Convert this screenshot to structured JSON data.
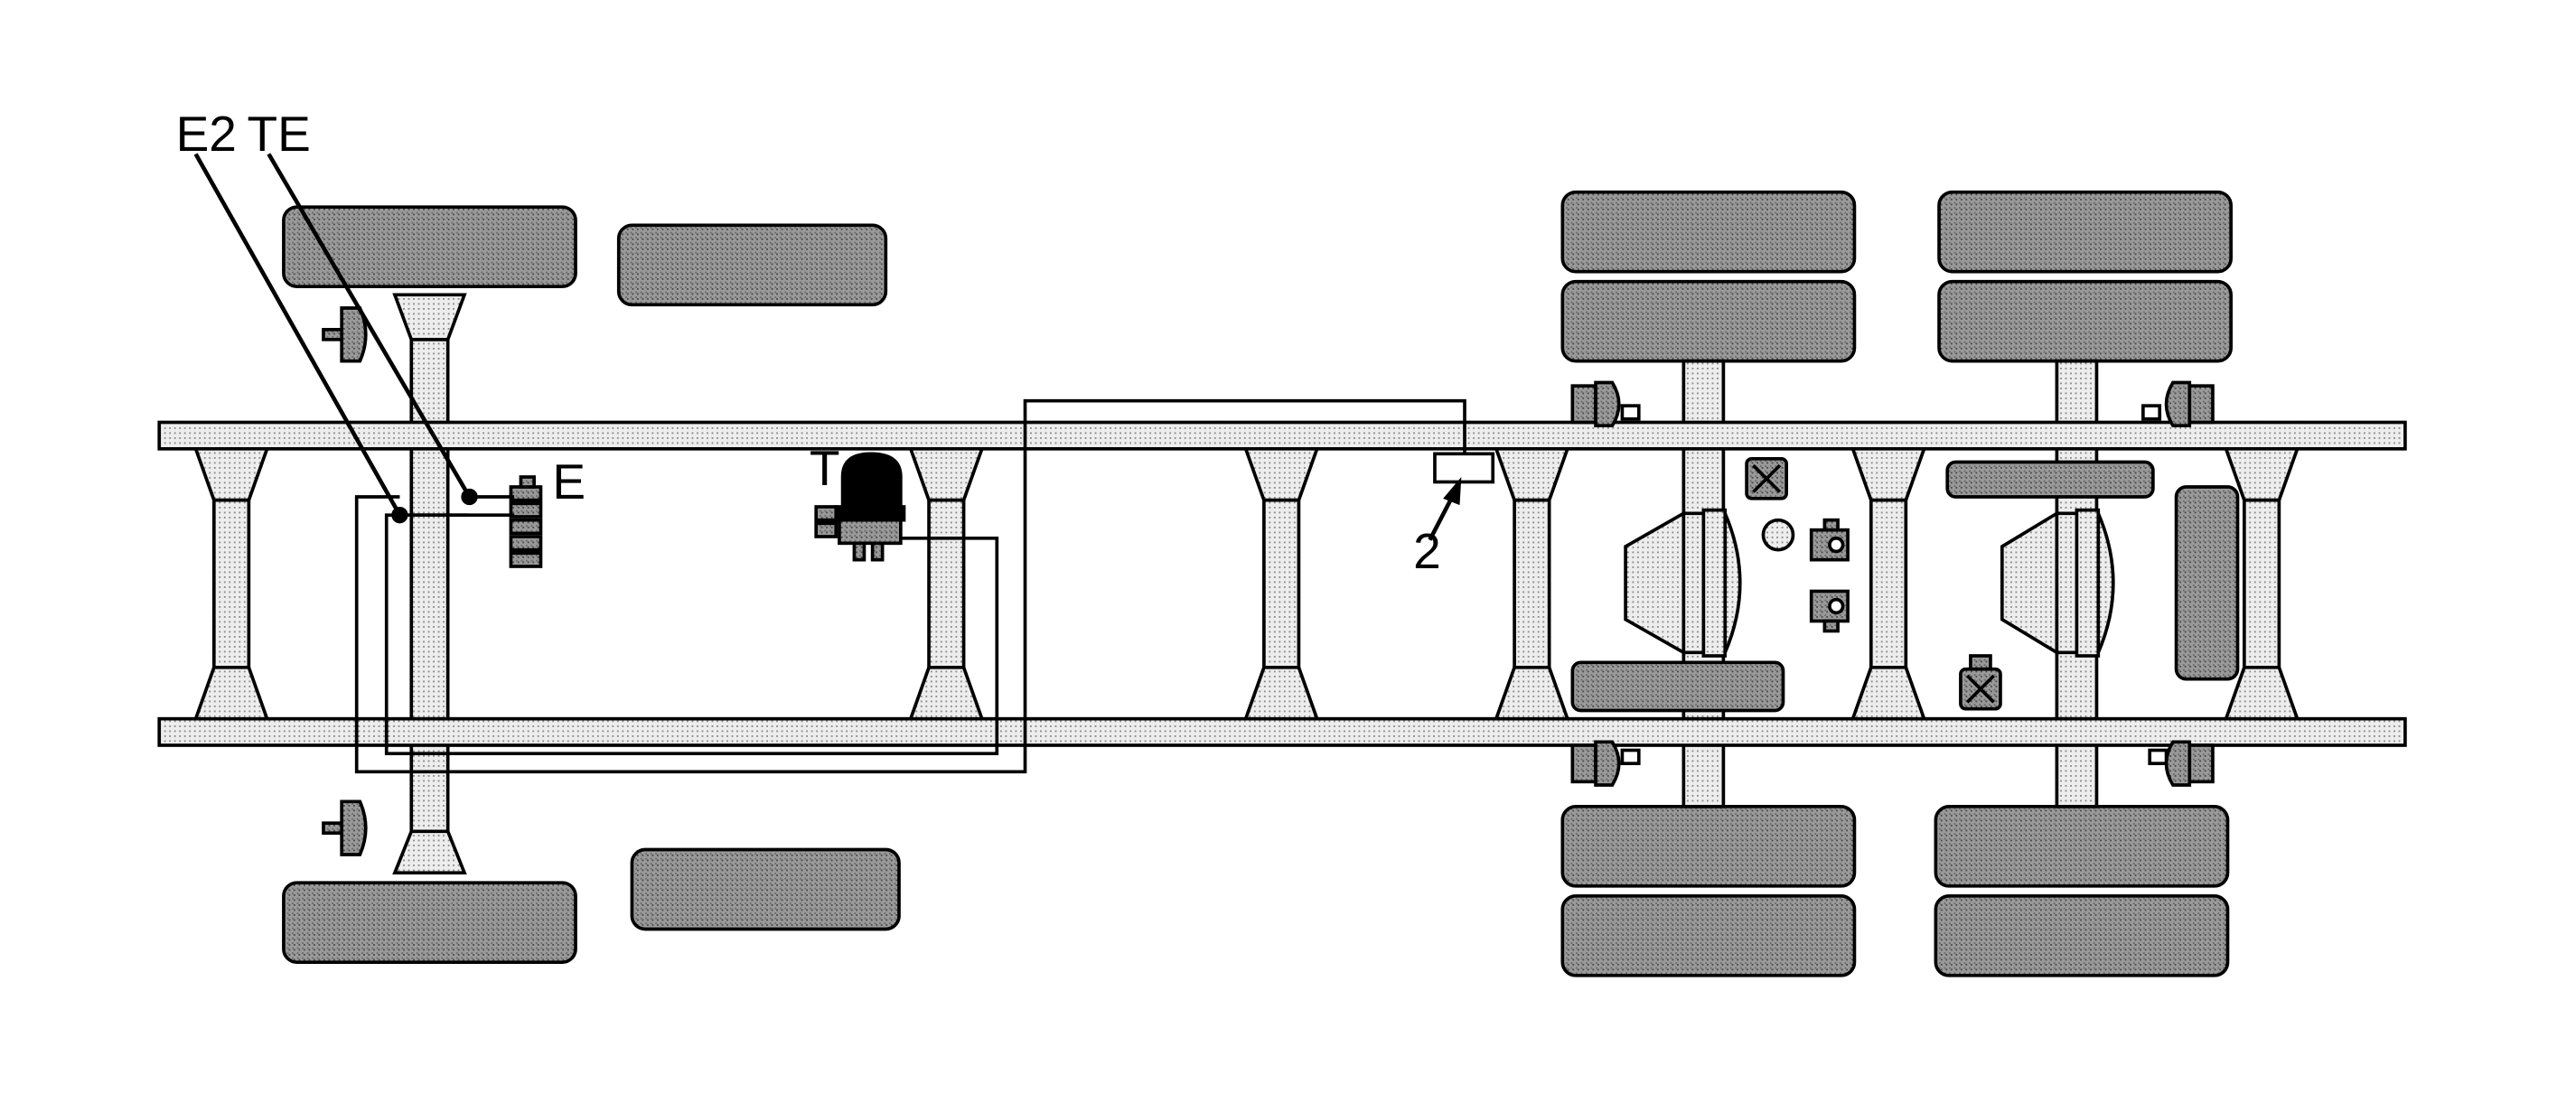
{
  "labels": {
    "e2": "E2",
    "te": "TE",
    "e": "E",
    "t": "T",
    "two": "2"
  }
}
